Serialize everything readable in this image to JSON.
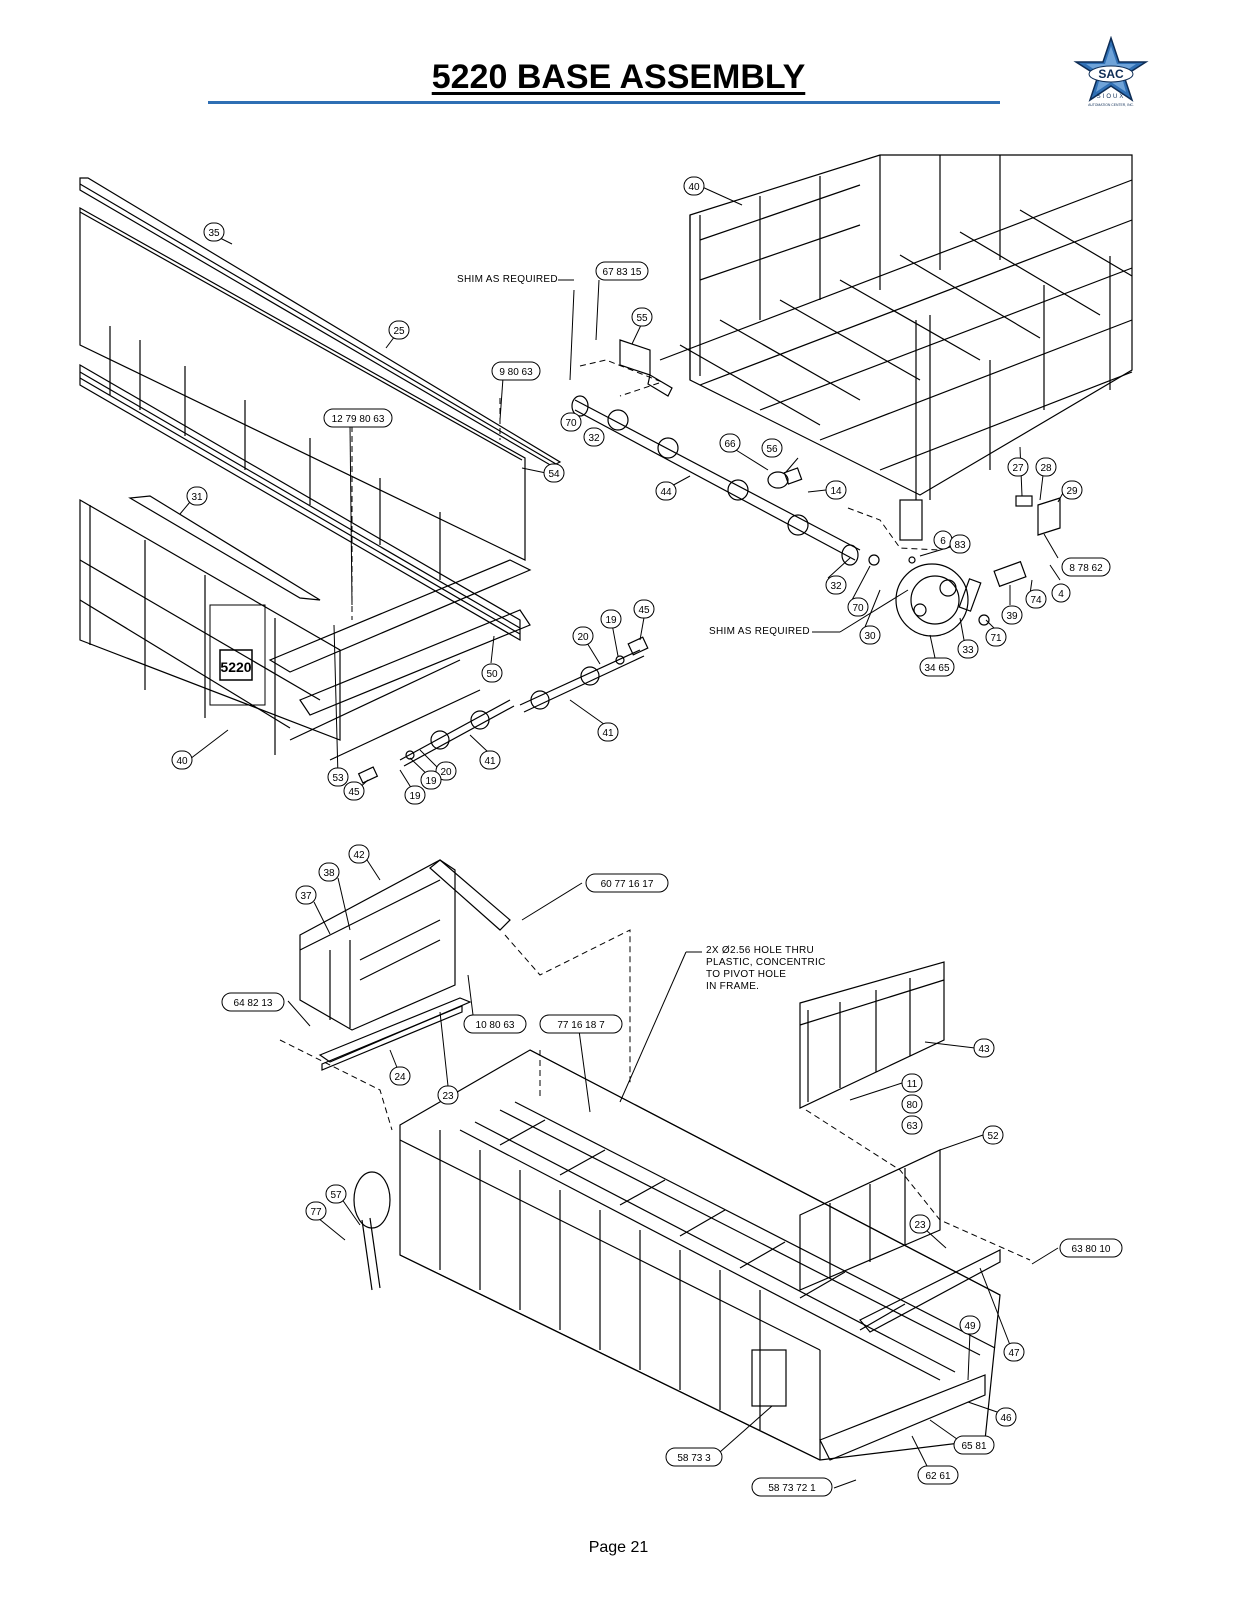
{
  "header": {
    "title": "5220 BASE ASSEMBLY",
    "logo_text": "SAC",
    "logo_sub": "SIOUX",
    "logo_company": "AUTOMATION CENTER, INC.",
    "accent_color": "#2f6fb4"
  },
  "notes": {
    "shim_top": "SHIM AS REQUIRED",
    "shim_bottom": "SHIM AS REQUIRED",
    "hole_line1": "2X  Ø2.56 HOLE THRU",
    "hole_line2": "PLASTIC, CONCENTRIC",
    "hole_line3": "TO PIVOT HOLE",
    "hole_line4": "IN FRAME."
  },
  "frame_badge": "5220",
  "callouts_top": [
    {
      "id": "c40a",
      "label": "40"
    },
    {
      "id": "c35",
      "label": "35"
    },
    {
      "id": "c25",
      "label": "25"
    },
    {
      "id": "c9-80-63",
      "label": "9 80 63"
    },
    {
      "id": "c12-79-80-63",
      "label": "12 79 80 63"
    },
    {
      "id": "c54",
      "label": "54"
    },
    {
      "id": "c31",
      "label": "31"
    },
    {
      "id": "c67-83-15",
      "label": "67 83 15"
    },
    {
      "id": "c55",
      "label": "55"
    },
    {
      "id": "c70a",
      "label": "70"
    },
    {
      "id": "c32a",
      "label": "32"
    },
    {
      "id": "c66",
      "label": "66"
    },
    {
      "id": "c56",
      "label": "56"
    },
    {
      "id": "c44",
      "label": "44"
    },
    {
      "id": "c14",
      "label": "14"
    },
    {
      "id": "c6",
      "label": "6"
    },
    {
      "id": "c83",
      "label": "83"
    },
    {
      "id": "c27",
      "label": "27"
    },
    {
      "id": "c28",
      "label": "28"
    },
    {
      "id": "c29",
      "label": "29"
    },
    {
      "id": "c8-78-62",
      "label": "8 78 62"
    },
    {
      "id": "c4",
      "label": "4"
    },
    {
      "id": "c74",
      "label": "74"
    },
    {
      "id": "c39",
      "label": "39"
    },
    {
      "id": "c32b",
      "label": "32"
    },
    {
      "id": "c70b",
      "label": "70"
    },
    {
      "id": "c30",
      "label": "30"
    },
    {
      "id": "c33",
      "label": "33"
    },
    {
      "id": "c71",
      "label": "71"
    },
    {
      "id": "c34-65",
      "label": "34 65"
    },
    {
      "id": "c19a",
      "label": "19"
    },
    {
      "id": "c45a",
      "label": "45"
    },
    {
      "id": "c20a",
      "label": "20"
    },
    {
      "id": "c50",
      "label": "50"
    },
    {
      "id": "c41a",
      "label": "41"
    },
    {
      "id": "c41b",
      "label": "41"
    },
    {
      "id": "c20b",
      "label": "20"
    },
    {
      "id": "c19b",
      "label": "19"
    },
    {
      "id": "c19c",
      "label": "19"
    },
    {
      "id": "c45b",
      "label": "45"
    },
    {
      "id": "c53",
      "label": "53"
    },
    {
      "id": "c40b",
      "label": "40"
    }
  ],
  "callouts_bottom": [
    {
      "id": "c42",
      "label": "42"
    },
    {
      "id": "c38",
      "label": "38"
    },
    {
      "id": "c37",
      "label": "37"
    },
    {
      "id": "c60-77-16-17",
      "label": "60 77 16 17"
    },
    {
      "id": "c64-82-13",
      "label": "64 82 13"
    },
    {
      "id": "c10-80-63",
      "label": "10 80 63"
    },
    {
      "id": "c77-16-18-7",
      "label": "77 16 18 7"
    },
    {
      "id": "c24",
      "label": "24"
    },
    {
      "id": "c23a",
      "label": "23"
    },
    {
      "id": "c43",
      "label": "43"
    },
    {
      "id": "c11",
      "label": "11"
    },
    {
      "id": "c80",
      "label": "80"
    },
    {
      "id": "c63",
      "label": "63"
    },
    {
      "id": "c52",
      "label": "52"
    },
    {
      "id": "c57",
      "label": "57"
    },
    {
      "id": "c77",
      "label": "77"
    },
    {
      "id": "c23b",
      "label": "23"
    },
    {
      "id": "c63-80-10",
      "label": "63 80 10"
    },
    {
      "id": "c47",
      "label": "47"
    },
    {
      "id": "c49",
      "label": "49"
    },
    {
      "id": "c46",
      "label": "46"
    },
    {
      "id": "c65-81",
      "label": "65 81"
    },
    {
      "id": "c58-73-3",
      "label": "58 73 3"
    },
    {
      "id": "c62-61",
      "label": "62 61"
    },
    {
      "id": "c58-73-72-1",
      "label": "58 73 72 1"
    }
  ],
  "footer": {
    "page_label": "Page 21"
  }
}
